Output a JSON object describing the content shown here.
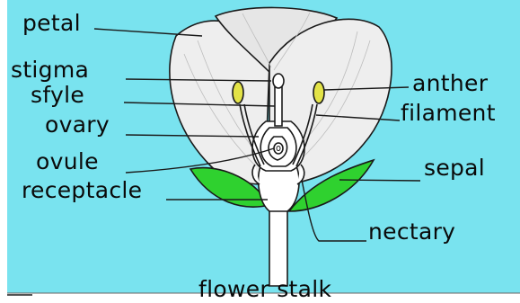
{
  "diagram": {
    "colors": {
      "background": "#79e3ef",
      "petal": "#eeeeee",
      "sepal": "#2fd12f",
      "anther": "#e3e347",
      "outline": "#1a1a1a",
      "text": "#0a0a0a"
    },
    "labels": {
      "petal": "petal",
      "stigma": "stigma",
      "style": "sfyle",
      "ovary": "ovary",
      "ovule": "ovule",
      "receptacle": "receptacle",
      "anther": "anther",
      "filament": "filament",
      "sepal": "sepal",
      "nectary": "nectary",
      "flower_stalk": "flower stalk"
    }
  }
}
